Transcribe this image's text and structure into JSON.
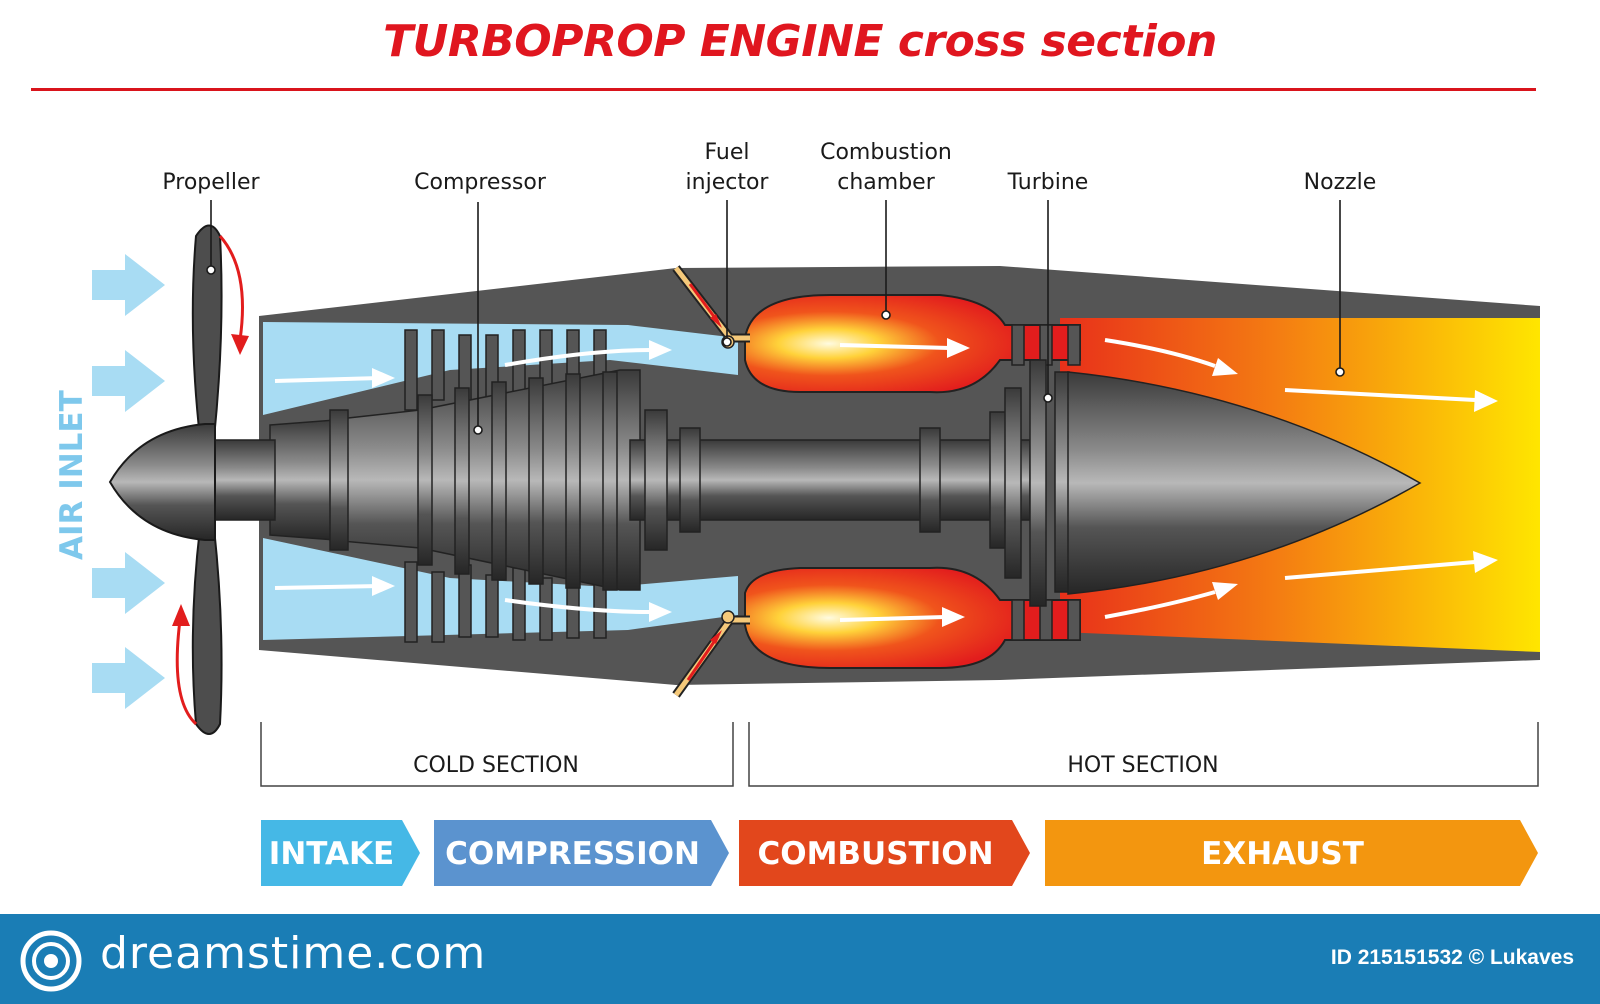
{
  "title": "TURBOPROP ENGINE cross section",
  "labels": {
    "propeller": "Propeller",
    "compressor": "Compressor",
    "fuel_injector_1": "Fuel",
    "fuel_injector_2": "injector",
    "combustion_chamber_1": "Combustion",
    "combustion_chamber_2": "chamber",
    "turbine": "Turbine",
    "nozzle": "Nozzle"
  },
  "air_inlet": "AIR INLET",
  "sections": {
    "cold": "COLD SECTION",
    "hot": "HOT SECTION"
  },
  "stages": [
    {
      "label": "INTAKE",
      "color": "#45b8e6"
    },
    {
      "label": "COMPRESSION",
      "color": "#5b93cf"
    },
    {
      "label": "COMBUSTION",
      "color": "#e2471c"
    },
    {
      "label": "EXHAUST",
      "color": "#f3960f"
    }
  ],
  "footer": {
    "brand": "dreamstime.com",
    "stock_id": "ID 215151532 © Lukaves"
  },
  "colors": {
    "title": "#e0161f",
    "casing": "#555555",
    "cold_air": "#a8dcf3",
    "flame": "#e21d1d",
    "exhaust_start": "#e8301a",
    "exhaust_end": "#ffe600",
    "footer": "#1a7db5"
  }
}
